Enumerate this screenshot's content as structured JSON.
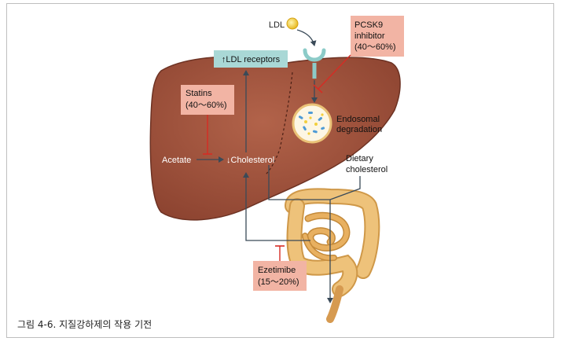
{
  "labels": {
    "ldl": "LDL",
    "pcsk9": [
      "PCSK9",
      "inhibitor",
      "(40～60%)"
    ],
    "ldl_receptors": "↑LDL receptors",
    "statins": [
      "Statins",
      "(40～60%)"
    ],
    "endosomal": [
      "Endosomal",
      "degradation"
    ],
    "acetate": "Acetate",
    "cholesterol": "↓Cholesterol",
    "dietary": [
      "Dietary",
      "cholesterol"
    ],
    "ezetimibe": [
      "Ezetimibe",
      "(15～20%)"
    ]
  },
  "caption": "그림 4-6. 지질강하제의 작용 기전",
  "colors": {
    "liver": "#a2523a",
    "label_box": "#f2b4a4",
    "receptor_box": "#a9d8d6",
    "inhibit": "#d62c24",
    "arrow": "#3a4a58",
    "intestine": "#e6b76a",
    "ldl": "#f2cf3c"
  }
}
